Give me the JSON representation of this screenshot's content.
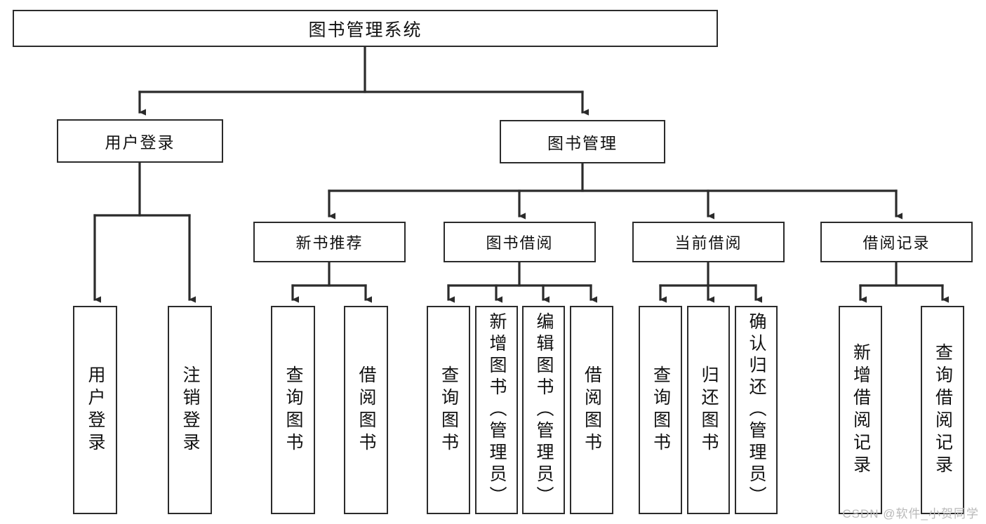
{
  "diagram": {
    "title": "图书管理系统",
    "type": "tree",
    "orientation": "top-down",
    "colors": {
      "box_border": "#2b2b2b",
      "box_fill": "#ffffff",
      "edge": "#2b2b2b",
      "text": "#111111",
      "watermark": "#b9b9b9",
      "background": "#ffffff"
    },
    "root": {
      "id": "root",
      "label": "图书管理系统"
    },
    "level2": [
      {
        "id": "user-login",
        "label": "用户登录"
      },
      {
        "id": "book-manage",
        "label": "图书管理"
      }
    ],
    "level3": [
      {
        "id": "new-book-recommend",
        "label": "新书推荐",
        "parent": "book-manage"
      },
      {
        "id": "book-borrow",
        "label": "图书借阅",
        "parent": "book-manage"
      },
      {
        "id": "current-borrow",
        "label": "当前借阅",
        "parent": "book-manage"
      },
      {
        "id": "borrow-record",
        "label": "借阅记录",
        "parent": "book-manage"
      }
    ],
    "leaves": [
      {
        "id": "leaf-user-login",
        "label": "用户登录",
        "parent": "user-login"
      },
      {
        "id": "leaf-user-logout",
        "label": "注销登录",
        "parent": "user-login"
      },
      {
        "id": "leaf-query-book-1",
        "label": "查询图书",
        "parent": "new-book-recommend"
      },
      {
        "id": "leaf-borrow-book-1",
        "label": "借阅图书",
        "parent": "new-book-recommend"
      },
      {
        "id": "leaf-query-book-2",
        "label": "查询图书",
        "parent": "book-borrow"
      },
      {
        "id": "leaf-add-book",
        "label": "新增图书（管理员）",
        "parent": "book-borrow"
      },
      {
        "id": "leaf-edit-book",
        "label": "编辑图书（管理员）",
        "parent": "book-borrow"
      },
      {
        "id": "leaf-borrow-book-2",
        "label": "借阅图书",
        "parent": "book-borrow"
      },
      {
        "id": "leaf-query-book-3",
        "label": "查询图书",
        "parent": "current-borrow"
      },
      {
        "id": "leaf-return-book",
        "label": "归还图书",
        "parent": "current-borrow"
      },
      {
        "id": "leaf-confirm-return",
        "label": "确认归还（管理员）",
        "parent": "current-borrow"
      },
      {
        "id": "leaf-add-record",
        "label": "新增借阅记录",
        "parent": "borrow-record"
      },
      {
        "id": "leaf-query-record",
        "label": "查询借阅记录",
        "parent": "borrow-record"
      }
    ]
  },
  "watermark": {
    "text": "CSDN @软件_小贺同学"
  }
}
